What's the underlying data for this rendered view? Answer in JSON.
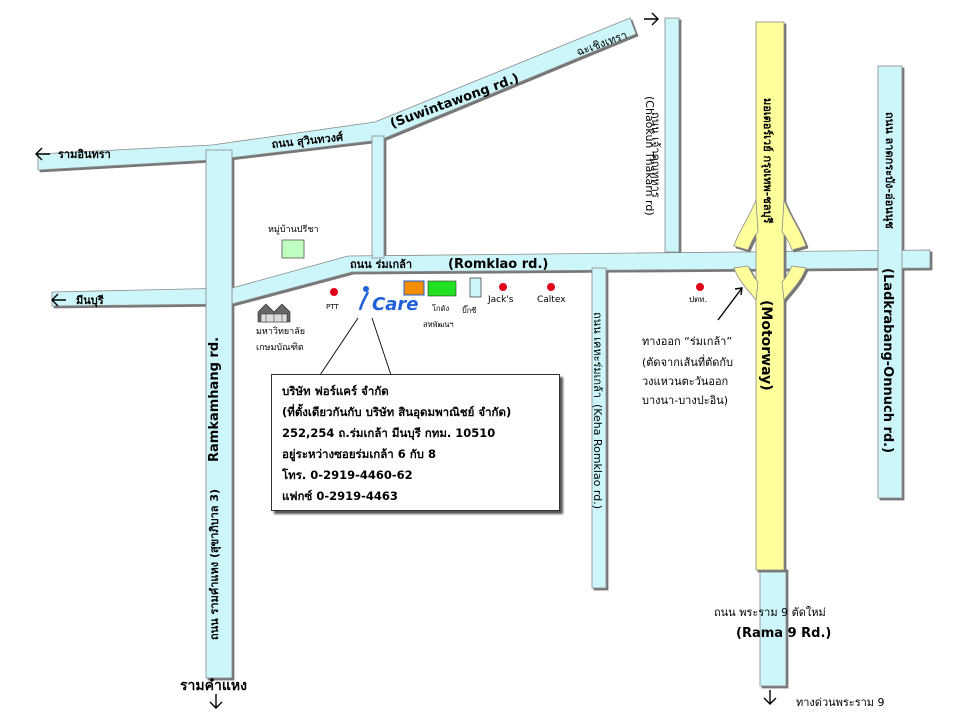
{
  "roads": {
    "suwintawong_th": "ถนน สุวินทวงศ์",
    "suwintawong_en": "(Suwintawong rd.)",
    "chachoengsao": "ฉะเชิงเทรา",
    "ram_intra": "รามอินทรา",
    "min_buri": "มีนบุรี",
    "romklao_th": "ถนน ร่มเกล้า",
    "romklao_en": "(Romklao rd.)",
    "chaokun_th": "ถนน เจ้าคุณทหาร",
    "chaokun_en": "(Chaokun Thakarn rd)",
    "motorway_th": "มอเตอร์เวย์ กรุงเทพ-ชลบุรี",
    "motorway_en": "(Motorway)",
    "ladkrabang_th": "ถนน ลาดกระบัง-อ่อนนุช",
    "ladkrabang_en": "(Ladkrabang-Onnuch rd.)",
    "keha_th": "ถนน เคหะร่มเกล้า",
    "keha_en": "(Keha Romklao rd.)",
    "ramkhamhaeng_th": "ถนน รามคำแหง (สุขาภิบาล 3)",
    "ramkhamhaeng_en": "Ramkamhang rd.",
    "ramkhamhaeng_bottom": "รามคำแหง",
    "rama9_th": "ถนน พระราม 9 ตัดใหม่",
    "rama9_en": "(Rama 9 Rd.)",
    "rama9_expressway": "ทางด่วนพระราม 9"
  },
  "landmarks": {
    "village": "หมู่บ้านปรีชา",
    "university_line1": "มหาวิทยาลัย",
    "university_line2": "เกษมบัณฑิต",
    "ptt": "PTT",
    "icare_logo": "Care",
    "lotus_line1": "โกดัง",
    "lotus_line2": "สหพัฒนฯ",
    "bigc": "บิ๊กซี",
    "jacks": "Jack's",
    "caltex": "Caltex",
    "ptt2": "ปตท."
  },
  "exit_note": {
    "line1": "ทางออก “ร่มเกล้า”",
    "line2": "(ตัดจากเส้นที่ตัดกับ",
    "line3": "วงแหวนตะวันออก",
    "line4": "บางนา-บางปะอิน)"
  },
  "company": {
    "name": "บริษัท ฟอร์แคร์ จำกัด",
    "colocated": "(ที่ตั้งเดียวกันกับ บริษัท สินอุดมพาณิชย์ จำกัด)",
    "address": "252,254 ถ.ร่มเกล้า มีนบุรี กทม. 10510",
    "between": "อยู่ระหว่างซอยร่มเกล้า 6 กับ 8",
    "phone": "โทร. 0-2919-4460-62",
    "fax": "แฟกซ์ 0-2919-4463"
  },
  "colors": {
    "road": "#ccf6fa",
    "road_shadow": "#7f7f7f",
    "motorway": "#ffff9c",
    "marker": "#e0001a",
    "building": "#bfffbf",
    "icare_blue": "#1f5fd8"
  },
  "icons": {
    "arrow": "left/right/down arrow glyphs",
    "university": "building-icon",
    "marker": "red-dot-icon"
  }
}
